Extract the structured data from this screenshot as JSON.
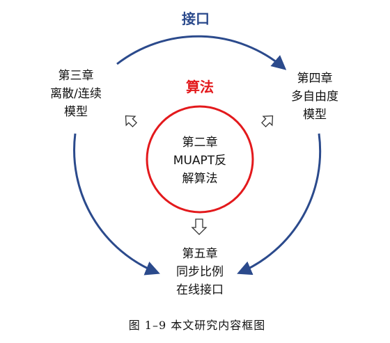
{
  "top_label": "接口",
  "center_label": "算法",
  "center": {
    "line1": "第二章",
    "line2": "MUAPT反",
    "line3": "解算法"
  },
  "left": {
    "line1": "第三章",
    "line2": "离散/连续",
    "line3": "模型"
  },
  "right": {
    "line1": "第四章",
    "line2": "多自由度",
    "line3": "模型"
  },
  "bottom": {
    "line1": "第五章",
    "line2": "同步比例",
    "line3": "在线接口"
  },
  "caption": "图 1–9 本文研究内容框图",
  "colors": {
    "arc": "#2b4a8c",
    "circle": "#e3191c",
    "text": "#111111"
  }
}
